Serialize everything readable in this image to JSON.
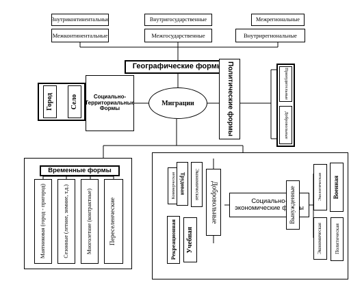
{
  "center": {
    "label": "Миграции"
  },
  "geo": {
    "title": "Географические формы",
    "columns": [
      {
        "top": "Внутриконтинентальные",
        "bottom": "Межконтинентальные"
      },
      {
        "top": "Внутригосударственные",
        "bottom": "Межгосударственные"
      },
      {
        "top": "Межрегиональные",
        "bottom": "Внутрирегиональные"
      }
    ]
  },
  "left": {
    "title": "Социально-Территориальные Формы",
    "items": [
      "Город",
      "Село"
    ]
  },
  "right": {
    "title": "Политические формы",
    "items": [
      "Принудительные",
      "Добровольные"
    ]
  },
  "temporal": {
    "title": "Временные формы",
    "items": [
      "Маятниковая (город - пригород)",
      "Сезонные (летние, зимние, т.д.)",
      "Многолетние (контрактные)",
      "Переселенческие"
    ]
  },
  "socio": {
    "title": "Социально-экономические формы",
    "voluntary": "Добровольные",
    "forced": "Вынужденные",
    "left_group": [
      "Коммерческая",
      "Трудовая",
      "Экономическая"
    ],
    "lower_group": [
      "Рекреационная",
      "Учебная"
    ],
    "right_group": [
      "Экологическая",
      "Военная",
      "Экономическая",
      "Политическая"
    ]
  }
}
